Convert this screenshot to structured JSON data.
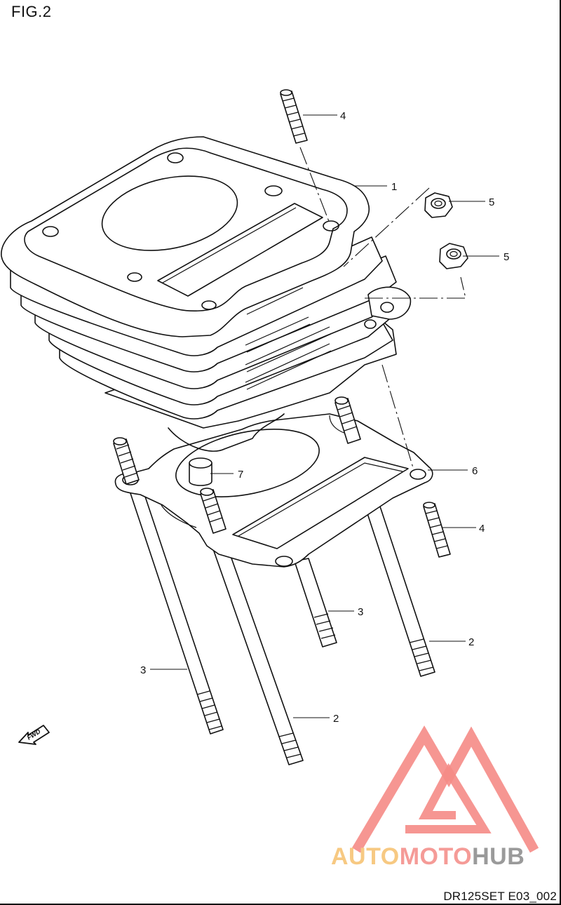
{
  "figure": {
    "title": "FIG.2",
    "code": "DR125SET E03_002"
  },
  "direction": {
    "label": "FWD",
    "icon": "fwd-arrow-icon"
  },
  "watermark": {
    "icon": "automotohub-logo-icon",
    "text_auto": "AUTO",
    "text_moto": "MOTO",
    "text_hub": "HUB",
    "colors": {
      "auto": "#f7c982",
      "moto": "#f59b97",
      "hub": "#9a9a9a",
      "triangle": "#f58b86"
    }
  },
  "callouts": [
    {
      "number": "1",
      "part": "cylinder"
    },
    {
      "number": "2",
      "part": "stud-long-front"
    },
    {
      "number": "2",
      "part": "stud-long-rear"
    },
    {
      "number": "3",
      "part": "stud-left"
    },
    {
      "number": "3",
      "part": "stud-center"
    },
    {
      "number": "4",
      "part": "stud-top"
    },
    {
      "number": "4",
      "part": "stud-right"
    },
    {
      "number": "5",
      "part": "nut-upper"
    },
    {
      "number": "5",
      "part": "nut-lower"
    },
    {
      "number": "6",
      "part": "gasket"
    },
    {
      "number": "7",
      "part": "dowel-pin"
    }
  ]
}
